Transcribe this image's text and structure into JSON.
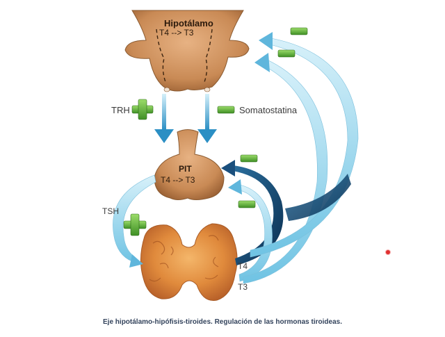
{
  "hypothalamus": {
    "title": "Hipotálamo",
    "conversion": "T4 --> T3"
  },
  "pituitary": {
    "title": "PIT",
    "conversion": "T4 --> T3"
  },
  "labels": {
    "trh": "TRH",
    "somatostatin": "Somatostatina",
    "tsh": "TSH",
    "t4": "T4",
    "t3": "T3"
  },
  "caption": "Eje hipotálamo-hipófisis-tiroides. Regulación de las hormonas tiroideas.",
  "colors": {
    "organ": "#c98a55",
    "thyroid": "#e08a3c",
    "light_arrow": "#8fd3ea",
    "dark_arrow": "#0f3d63",
    "mid_arrow": "#2e86b8",
    "plus": "#5aa83a",
    "minus": "#5aa83a"
  }
}
